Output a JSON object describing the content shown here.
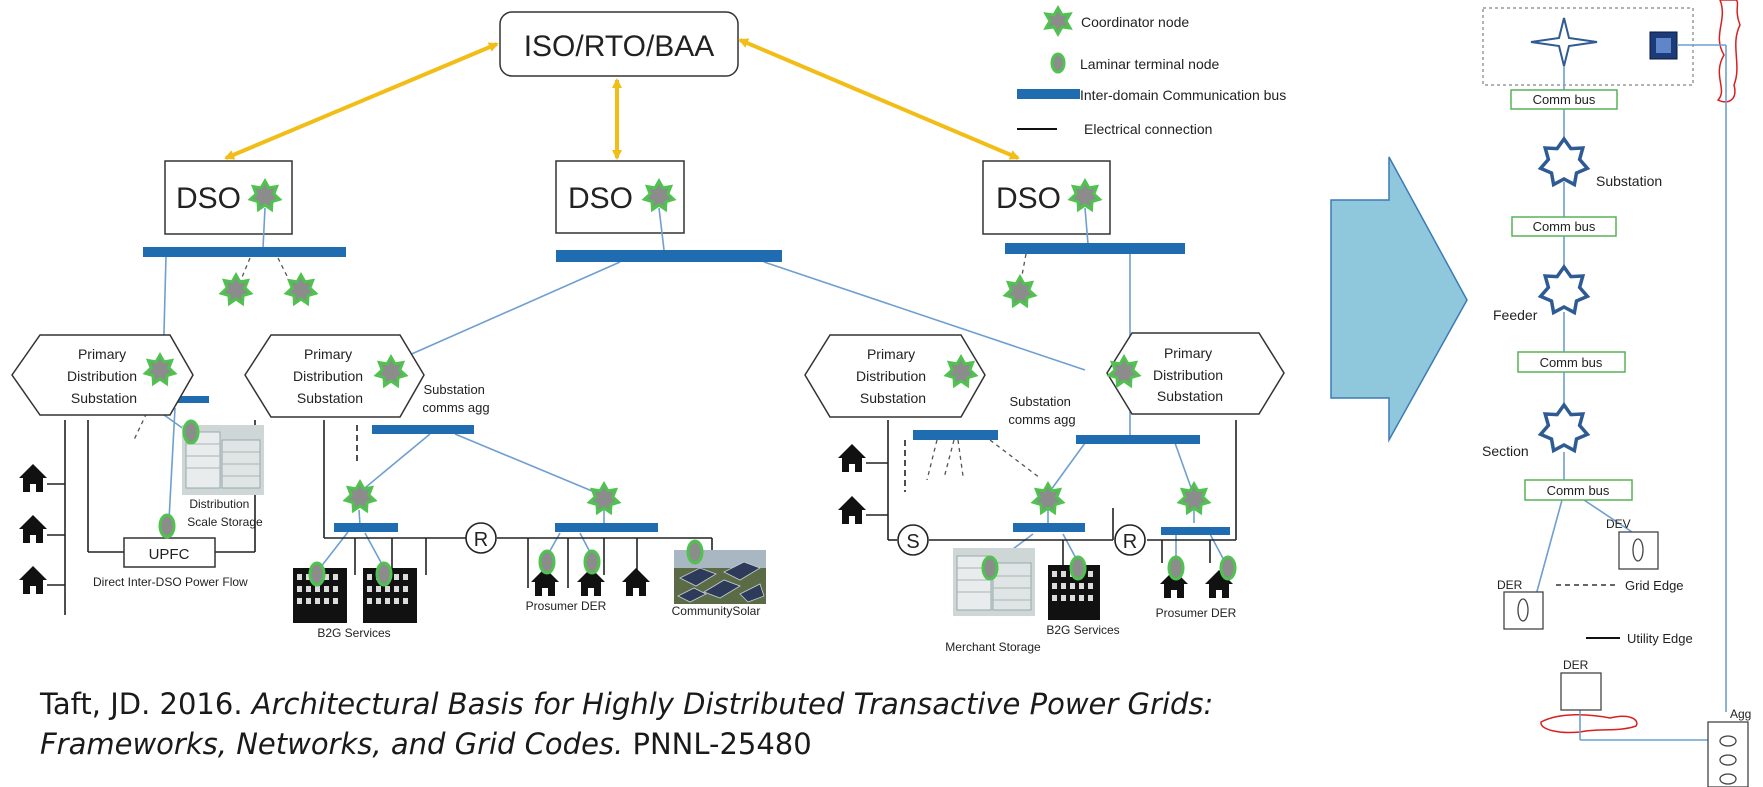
{
  "top_node": "ISO/RTO/BAA",
  "legend": {
    "coordinator": "Coordinator node",
    "laminar": "Laminar terminal node",
    "bus": "Inter-domain Communication bus",
    "electrical": "Electrical connection"
  },
  "dso_label": "DSO",
  "substation_lines": [
    "Primary",
    "Distribution",
    "Substation"
  ],
  "comms_agg_lines": [
    "Substation",
    "comms agg"
  ],
  "labels": {
    "dist_storage_1": "Distribution",
    "dist_storage_2": "Scale Storage",
    "upfc": "UPFC",
    "inter_dso_flow": "Direct Inter-DSO Power Flow",
    "b2g_services": "B2G Services",
    "prosumer_der": "Prosumer DER",
    "community_solar": "CommunitySolar",
    "merchant_storage": "Merchant Storage",
    "switch_r": "R",
    "switch_s": "S"
  },
  "right_panel": {
    "comm_bus": "Comm bus",
    "substation": "Substation",
    "feeder": "Feeder",
    "section": "Section",
    "dev": "DEV",
    "der": "DER",
    "grid_edge": "Grid Edge",
    "utility_edge": "Utility Edge",
    "agg": "Agg"
  },
  "citation": {
    "authors_year": "Taft, JD. 2016. ",
    "title": "Architectural Basis for Highly Distributed Transactive Power Grids: Frameworks, Networks, and Grid Codes.",
    "report": " PNNL-25480"
  },
  "colors": {
    "bus_blue": "#1f6cb0",
    "link_blue": "#6f9fd0",
    "arrow_gold": "#f2bd17",
    "coordinator_fill": "#8c8c8c",
    "coordinator_edge": "#4fc24f",
    "arrow_panel": "#8fc8dc",
    "star_outline": "#2f5b94",
    "cloud_red": "#d92020",
    "comm_bus_border": "#57b357"
  }
}
